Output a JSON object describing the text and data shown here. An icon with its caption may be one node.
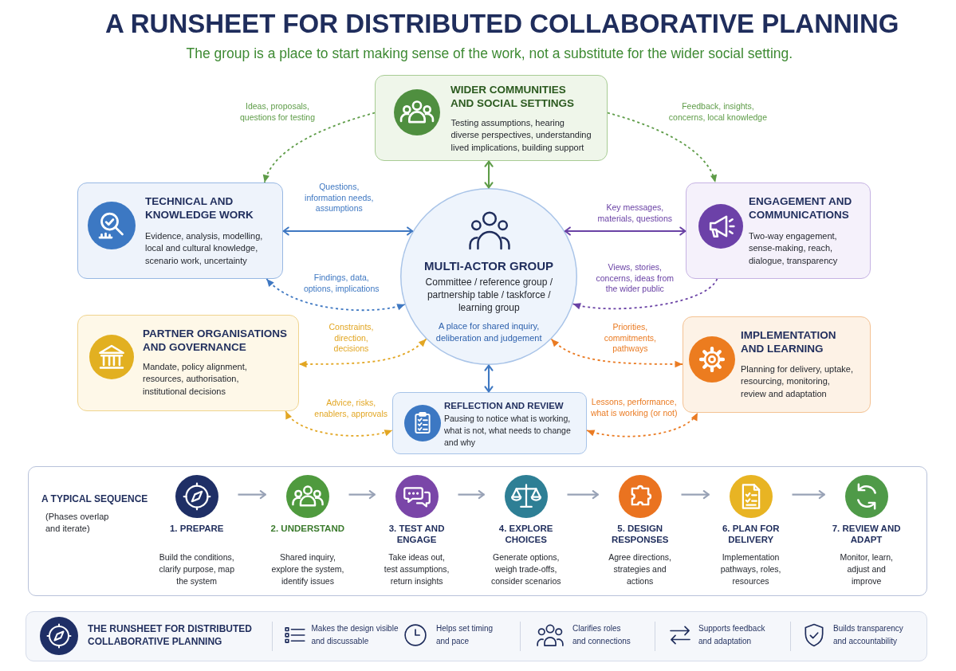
{
  "diagram": {
    "title": "A RUNSHEET FOR DISTRIBUTED COLLABORATIVE PLANNING",
    "nodes": [
      {
        "text": [
          "WIDER COMMUNITIES AND SOCIAL SETTINGS",
          "Testing assumptions, hearing diverse perspectives, understanding lived implications, building support"
        ]
      },
      {
        "text": [
          "TECHNICAL AND KNOWLEDGE WORK",
          "Evidence, analysis, modelling, local and cultural knowledge, scenario work, uncertainty"
        ]
      },
      {
        "text": [
          "MULTI-ACTOR GROUP",
          "Committee / reference group / partnership table / taskforce / learning group",
          "A place for shared inquiry, deliberation and judgement"
        ]
      },
      {
        "text": [
          "ENGAGEMENT AND COMMUNICATIONS",
          "Two-way engagement, sense-making, reach, dialogue, transparency"
        ]
      },
      {
        "text": [
          "PARTNER ORGANISATIONS AND GOVERNANCE",
          "Mandate, policy alignment, resources, authorisation, institutional decisions"
        ]
      },
      {
        "text": [
          "IMPLEMENTATION AND LEARNING",
          "Planning for delivery, uptake, resourcing, monitoring, review and adaptation"
        ]
      },
      {
        "text": [
          "REFLECTION AND REVIEW",
          "Pausing to notice what is working, what is not, what needs to change and why"
        ]
      },
      {
        "text": [
          "A TYPICAL SEQUENCE",
          "(Phases overlap and iterate)"
        ]
      },
      {
        "text": [
          "1. PREPARE",
          "Build the conditions, clarify purpose, map the system"
        ],
        "in": 7
      },
      {
        "text": [
          "2. UNDERSTAND",
          "Shared inquiry, explore the system, identify issues"
        ],
        "in": 7
      },
      {
        "text": [
          "3. TEST AND ENGAGE",
          "Take ideas out, test assumptions, return insights"
        ],
        "in": 7
      },
      {
        "text": [
          "4. EXPLORE CHOICES",
          "Generate options, weigh trade-offs, consider scenarios"
        ],
        "in": 7
      },
      {
        "text": [
          "5. DESIGN RESPONSES",
          "Agree directions, strategies and actions"
        ],
        "in": 7
      },
      {
        "text": [
          "6. PLAN FOR DELIVERY",
          "Implementation pathways, roles, resources"
        ],
        "in": 7
      },
      {
        "text": [
          "7. REVIEW AND ADAPT",
          "Monitor, learn, adjust and improve"
        ],
        "in": 7
      },
      {
        "text": [
          "THE RUNSHEET FOR DISTRIBUTED COLLABORATIVE PLANNING",
          "Makes the design visible and discussable",
          "Helps set timing and pace",
          "Clarifies roles and connections",
          "Supports feedback and adaptation",
          "Builds transparency and accountability"
        ]
      }
    ],
    "edges": [
      {
        "from": 0,
        "to": 1,
        "arrow": "to",
        "label": "Ideas, proposals, questions for testing",
        "style": "dashed",
        "color": "#5e9c48"
      },
      {
        "from": 0,
        "to": 3,
        "arrow": "to",
        "label": "Feedback, insights, concerns, local knowledge",
        "style": "dashed",
        "color": "#5e9c48"
      },
      {
        "from": 0,
        "to": 2,
        "arrow": "both",
        "color": "#5e9c48"
      },
      {
        "from": 1,
        "to": 2,
        "arrow": "both",
        "label": "Questions, information needs, assumptions",
        "color": "#3f78c2"
      },
      {
        "from": 2,
        "to": 1,
        "arrow": "both",
        "label": "Findings, data, options, implications",
        "style": "dashed",
        "color": "#3f78c2"
      },
      {
        "from": 2,
        "to": 3,
        "arrow": "both",
        "label": "Key messages, materials, questions",
        "color": "#6a42a5"
      },
      {
        "from": 3,
        "to": 2,
        "arrow": "to",
        "label": "Views, stories, concerns, ideas from the wider public",
        "style": "dashed",
        "color": "#6a42a5"
      },
      {
        "from": 2,
        "to": 4,
        "arrow": "both",
        "label": "Constraints, direction, decisions",
        "style": "dashed",
        "color": "#e2a623"
      },
      {
        "from": 4,
        "to": 6,
        "arrow": "both",
        "label": "Advice, risks, enablers, approvals",
        "style": "dashed",
        "color": "#e2a623"
      },
      {
        "from": 2,
        "to": 5,
        "arrow": "both",
        "label": "Priorities, commitments, pathways",
        "style": "dashed",
        "color": "#ea7b23"
      },
      {
        "from": 6,
        "to": 5,
        "arrow": "both",
        "label": "Lessons, performance, what is working (or not)",
        "style": "dashed",
        "color": "#ea7b23"
      },
      {
        "from": 2,
        "to": 6,
        "arrow": "both",
        "color": "#3f78c2"
      },
      {
        "from": 8,
        "to": 9,
        "arrow": "to"
      },
      {
        "from": 9,
        "to": 10,
        "arrow": "to"
      },
      {
        "from": 10,
        "to": 11,
        "arrow": "to"
      },
      {
        "from": 11,
        "to": 12,
        "arrow": "to"
      },
      {
        "from": 12,
        "to": 13,
        "arrow": "to"
      },
      {
        "from": 13,
        "to": 14,
        "arrow": "to"
      }
    ],
    "labels": [
      "The group is a place to start making sense of the work, not a substitute for the wider social setting."
    ]
  }
}
